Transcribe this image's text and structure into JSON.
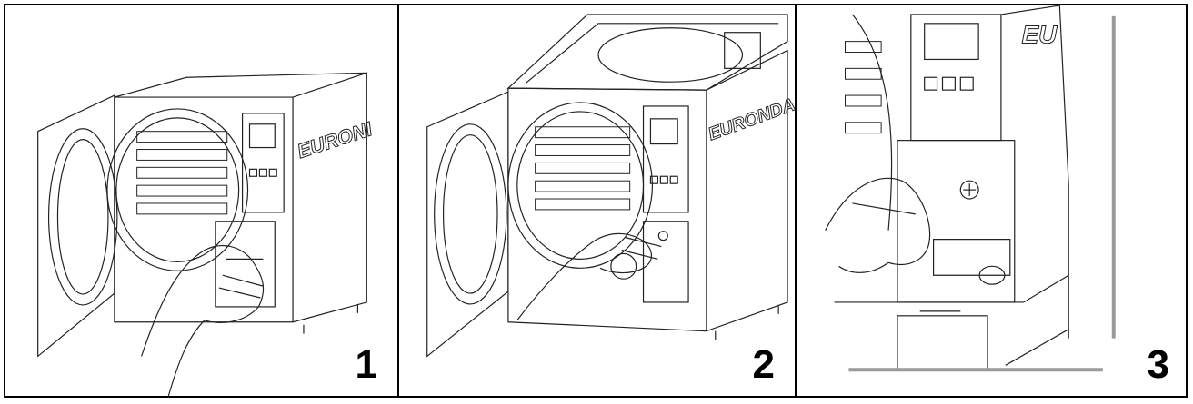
{
  "panels": [
    {
      "step": "1",
      "brand": "EURONI",
      "display_text": ""
    },
    {
      "step": "2",
      "brand": "EURONDA",
      "display_text": ""
    },
    {
      "step": "3",
      "brand": "EU",
      "display_text": ""
    }
  ],
  "colors": {
    "line": "#222222",
    "accent_bar": "#9a9a9a",
    "border": "#000000"
  }
}
